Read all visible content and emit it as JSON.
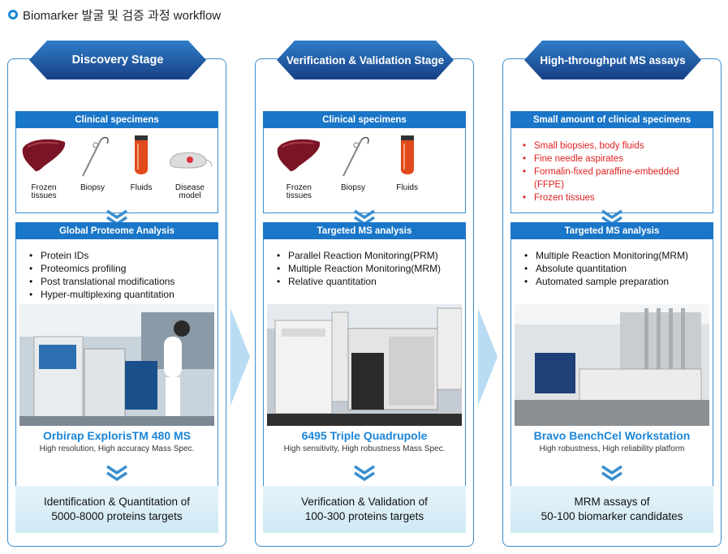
{
  "page_title": "Biomarker 발굴 및 검증 과정 workflow",
  "colors": {
    "accent": "#1976c8",
    "banner": "#1f5fa8",
    "highlight": "#1b86d8",
    "red_text": "#e02020",
    "result_bg": "#d6edf7"
  },
  "columns": [
    {
      "stage": "Discovery Stage",
      "specimen_header": "Clinical specimens",
      "specimens": [
        {
          "icon": "liver-icon",
          "label": "Frozen\ntissues"
        },
        {
          "icon": "biopsy-needle-icon",
          "label": "Biopsy"
        },
        {
          "icon": "test-tube-icon",
          "label": "Fluids"
        },
        {
          "icon": "mouse-icon",
          "label": "Disease\nmodel"
        }
      ],
      "analysis_header": "Global Proteome Analysis",
      "analysis_items": [
        "Protein IDs",
        "Proteomics profiling",
        "Post translational modifications",
        "Hyper-multiplexing quantitation"
      ],
      "instrument_name": "Orbirap  ExplorisTM  480 MS",
      "instrument_desc": "High  resolution,  High  accuracy  Mass  Spec.",
      "result": "Identification & Quantitation of\n5000-8000 proteins targets"
    },
    {
      "stage": "Verification & Validation Stage",
      "specimen_header": "Clinical specimens",
      "specimens": [
        {
          "icon": "liver-icon",
          "label": "Frozen\ntissues"
        },
        {
          "icon": "biopsy-needle-icon",
          "label": "Biopsy"
        },
        {
          "icon": "test-tube-icon",
          "label": "Fluids"
        }
      ],
      "analysis_header": "Targeted MS analysis",
      "analysis_items": [
        "Parallel Reaction Monitoring(PRM)",
        "Multiple Reaction Monitoring(MRM)",
        "Relative quantitation"
      ],
      "instrument_name": "6495 Triple Quadrupole",
      "instrument_desc": "High  sensitivity,    High  robustness  Mass  Spec.",
      "result": "Verification & Validation of\n100-300 proteins targets"
    },
    {
      "stage": "High-throughput MS assays",
      "specimen_header": "Small amount of clinical specimens",
      "specimen_items": [
        "Small biopsies, body fluids",
        "Fine needle aspirates",
        "Formalin-fixed paraffine-embedded",
        "(FFPE)",
        "Frozen tissues"
      ],
      "analysis_header": "Targeted MS analysis",
      "analysis_items": [
        "Multiple Reaction Monitoring(MRM)",
        "Absolute quantitation",
        "Automated sample preparation"
      ],
      "instrument_name": "Bravo  BenchCel  Workstation",
      "instrument_desc": "High  robustness,   High  reliability  platform",
      "result": "MRM assays of\n50-100 biomarker candidates"
    }
  ]
}
